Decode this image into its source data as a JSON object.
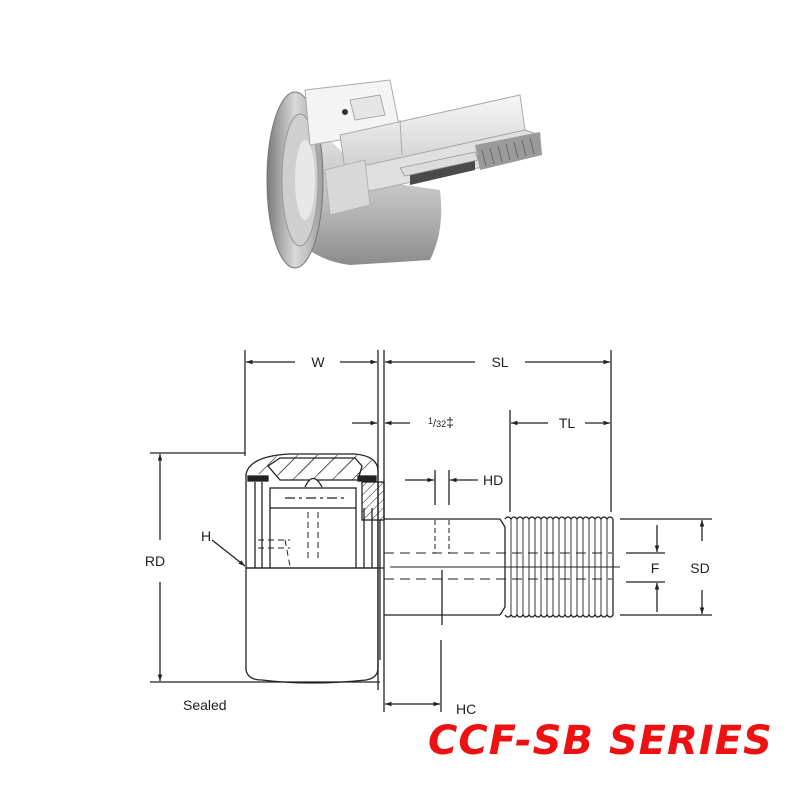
{
  "title": "CCF-SB SERIES",
  "title_color": "#ee1111",
  "photo": {
    "description": "cutaway render of cam follower bearing"
  },
  "drawing": {
    "variant_label": "Sealed",
    "dimensions": {
      "W": "W",
      "SL": "SL",
      "TL": "TL",
      "clearance": "1/32",
      "clearance_num": "1",
      "clearance_den": "32",
      "clearance_mark": "‡",
      "HD": "HD",
      "RD": "RD",
      "H": "H",
      "F": "F",
      "SD": "SD",
      "HC": "HC"
    }
  }
}
